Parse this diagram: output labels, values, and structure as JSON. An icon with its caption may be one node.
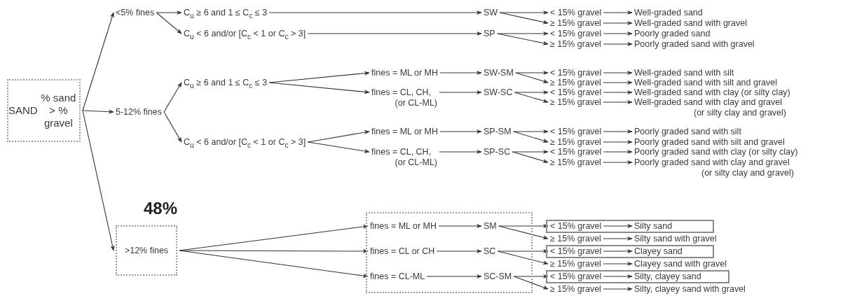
{
  "diagram": {
    "nodes": [
      {
        "text": [
          "SAND",
          "% sand > % gravel"
        ]
      },
      {
        "text": [
          "<5% fines"
        ]
      },
      {
        "text": [
          "5-12% fines"
        ]
      },
      {
        "text": [
          ">12% fines"
        ],
        "beside": [
          "48%"
        ]
      },
      {
        "text": [
          "C$_{u}$ ≥ 6 and 1 ≤ C$_{c}$ ≤ 3"
        ]
      },
      {
        "text": [
          "C$_{u}$ < 6 and/or [C$_{c}$ < 1 or C$_{c}$ > 3]"
        ]
      },
      {
        "text": [
          "SW"
        ]
      },
      {
        "text": [
          "SP"
        ]
      },
      {
        "text": [
          "< 15% gravel"
        ]
      },
      {
        "text": [
          "≥ 15% gravel"
        ]
      },
      {
        "text": [
          "< 15% gravel"
        ]
      },
      {
        "text": [
          "≥ 15% gravel"
        ]
      },
      {
        "text": [
          "Well-graded sand"
        ]
      },
      {
        "text": [
          "Well-graded sand with gravel"
        ]
      },
      {
        "text": [
          "Poorly graded sand"
        ]
      },
      {
        "text": [
          "Poorly graded sand with gravel"
        ]
      },
      {
        "text": [
          "C$_{u}$ ≥ 6 and 1 ≤ C$_{c}$ ≤ 3"
        ]
      },
      {
        "text": [
          "C$_{u}$ < 6 and/or [C$_{c}$ < 1 or C$_{c}$ > 3]"
        ]
      },
      {
        "text": [
          "fines = ML or MH"
        ]
      },
      {
        "text": [
          "fines = CL, CH, (or CL-ML)"
        ]
      },
      {
        "text": [
          "SW-SM"
        ]
      },
      {
        "text": [
          "SW-SC"
        ]
      },
      {
        "text": [
          "< 15% gravel"
        ]
      },
      {
        "text": [
          "≥ 15% gravel"
        ]
      },
      {
        "text": [
          "< 15% gravel"
        ]
      },
      {
        "text": [
          "≥ 15% gravel"
        ]
      },
      {
        "text": [
          "Well-graded sand with silt"
        ]
      },
      {
        "text": [
          "Well-graded sand with silt and gravel"
        ]
      },
      {
        "text": [
          "Well-graded sand with clay (or silty clay)"
        ]
      },
      {
        "text": [
          "Well-graded sand with clay and gravel (or silty clay and gravel)"
        ]
      },
      {
        "text": [
          "fines = ML or MH"
        ]
      },
      {
        "text": [
          "fines = CL, CH, (or CL-ML)"
        ]
      },
      {
        "text": [
          "SP-SM"
        ]
      },
      {
        "text": [
          "SP-SC"
        ]
      },
      {
        "text": [
          "< 15% gravel"
        ]
      },
      {
        "text": [
          "≥ 15% gravel"
        ]
      },
      {
        "text": [
          "< 15% gravel"
        ]
      },
      {
        "text": [
          "≥ 15% gravel"
        ]
      },
      {
        "text": [
          "Poorly graded sand with silt"
        ]
      },
      {
        "text": [
          "Poorly graded sand with silt and gravel"
        ]
      },
      {
        "text": [
          "Poorly graded sand with clay (or silty clay)"
        ]
      },
      {
        "text": [
          "Poorly graded sand with clay and gravel (or silty clay and gravel)"
        ]
      },
      {
        "text": [],
        "shape": "box"
      },
      {
        "text": [
          "fines = ML or MH"
        ],
        "in": 42
      },
      {
        "text": [
          "fines = CL or CH"
        ],
        "in": 42
      },
      {
        "text": [
          "fines = CL-ML"
        ],
        "in": 42
      },
      {
        "text": [
          "SM"
        ],
        "in": 42
      },
      {
        "text": [
          "SC"
        ],
        "in": 42
      },
      {
        "text": [
          "SC-SM"
        ],
        "in": 42
      },
      {
        "text": [],
        "shape": "box"
      },
      {
        "text": [
          "< 15% gravel"
        ],
        "in": 49
      },
      {
        "text": [
          "Silty sand"
        ],
        "in": 49
      },
      {
        "text": [
          "≥ 15% gravel"
        ]
      },
      {
        "text": [
          "Silty sand with gravel"
        ]
      },
      {
        "text": [],
        "shape": "box"
      },
      {
        "text": [
          "< 15% gravel"
        ],
        "in": 54
      },
      {
        "text": [
          "Clayey sand"
        ],
        "in": 54
      },
      {
        "text": [
          "≥ 15% gravel"
        ]
      },
      {
        "text": [
          "Clayey sand with gravel"
        ]
      },
      {
        "text": [],
        "shape": "box"
      },
      {
        "text": [
          "< 15% gravel"
        ],
        "in": 59
      },
      {
        "text": [
          "Silty, clayey sand"
        ],
        "in": 59
      },
      {
        "text": [
          "≥ 15% gravel"
        ]
      },
      {
        "text": [
          "Silty, clayey sand with gravel"
        ]
      }
    ],
    "edges": [
      {
        "from": 0,
        "to": 1,
        "arrow": "to"
      },
      {
        "from": 0,
        "to": 2,
        "arrow": "to"
      },
      {
        "from": 0,
        "to": 3,
        "arrow": "to"
      },
      {
        "from": 1,
        "to": 4,
        "arrow": "to"
      },
      {
        "from": 1,
        "to": 5,
        "arrow": "to"
      },
      {
        "from": 4,
        "to": 6,
        "arrow": "to"
      },
      {
        "from": 5,
        "to": 7,
        "arrow": "to"
      },
      {
        "from": 6,
        "to": 8,
        "arrow": "to"
      },
      {
        "from": 6,
        "to": 9,
        "arrow": "to"
      },
      {
        "from": 7,
        "to": 10,
        "arrow": "to"
      },
      {
        "from": 7,
        "to": 11,
        "arrow": "to"
      },
      {
        "from": 8,
        "to": 12,
        "arrow": "to"
      },
      {
        "from": 9,
        "to": 13,
        "arrow": "to"
      },
      {
        "from": 10,
        "to": 14,
        "arrow": "to"
      },
      {
        "from": 11,
        "to": 15,
        "arrow": "to"
      },
      {
        "from": 2,
        "to": 16,
        "arrow": "to"
      },
      {
        "from": 2,
        "to": 17,
        "arrow": "to"
      },
      {
        "from": 16,
        "to": 18,
        "arrow": "to"
      },
      {
        "from": 16,
        "to": 19,
        "arrow": "to"
      },
      {
        "from": 18,
        "to": 20,
        "arrow": "to"
      },
      {
        "from": 19,
        "to": 21,
        "arrow": "to"
      },
      {
        "from": 20,
        "to": 22,
        "arrow": "to"
      },
      {
        "from": 20,
        "to": 23,
        "arrow": "to"
      },
      {
        "from": 21,
        "to": 24,
        "arrow": "to"
      },
      {
        "from": 21,
        "to": 25,
        "arrow": "to"
      },
      {
        "from": 22,
        "to": 26,
        "arrow": "to"
      },
      {
        "from": 23,
        "to": 27,
        "arrow": "to"
      },
      {
        "from": 24,
        "to": 28,
        "arrow": "to"
      },
      {
        "from": 25,
        "to": 29,
        "arrow": "to"
      },
      {
        "from": 17,
        "to": 30,
        "arrow": "to"
      },
      {
        "from": 17,
        "to": 31,
        "arrow": "to"
      },
      {
        "from": 30,
        "to": 32,
        "arrow": "to"
      },
      {
        "from": 31,
        "to": 33,
        "arrow": "to"
      },
      {
        "from": 32,
        "to": 34,
        "arrow": "to"
      },
      {
        "from": 32,
        "to": 35,
        "arrow": "to"
      },
      {
        "from": 33,
        "to": 36,
        "arrow": "to"
      },
      {
        "from": 33,
        "to": 37,
        "arrow": "to"
      },
      {
        "from": 34,
        "to": 38,
        "arrow": "to"
      },
      {
        "from": 35,
        "to": 39,
        "arrow": "to"
      },
      {
        "from": 36,
        "to": 40,
        "arrow": "to"
      },
      {
        "from": 37,
        "to": 41,
        "arrow": "to"
      },
      {
        "from": 3,
        "to": 43,
        "arrow": "to"
      },
      {
        "from": 3,
        "to": 44,
        "arrow": "to"
      },
      {
        "from": 3,
        "to": 45,
        "arrow": "to"
      },
      {
        "from": 43,
        "to": 46,
        "arrow": "to"
      },
      {
        "from": 44,
        "to": 47,
        "arrow": "to"
      },
      {
        "from": 45,
        "to": 48,
        "arrow": "to"
      },
      {
        "from": 46,
        "to": 50,
        "arrow": "to"
      },
      {
        "from": 46,
        "to": 52,
        "arrow": "to"
      },
      {
        "from": 47,
        "to": 55,
        "arrow": "to"
      },
      {
        "from": 47,
        "to": 57,
        "arrow": "to"
      },
      {
        "from": 48,
        "to": 60,
        "arrow": "to"
      },
      {
        "from": 48,
        "to": 62,
        "arrow": "to"
      },
      {
        "from": 50,
        "to": 51,
        "arrow": "to"
      },
      {
        "from": 52,
        "to": 53,
        "arrow": "to"
      },
      {
        "from": 55,
        "to": 56,
        "arrow": "to"
      },
      {
        "from": 57,
        "to": 58,
        "arrow": "to"
      },
      {
        "from": 60,
        "to": 61,
        "arrow": "to"
      },
      {
        "from": 62,
        "to": 63,
        "arrow": "to"
      }
    ]
  }
}
